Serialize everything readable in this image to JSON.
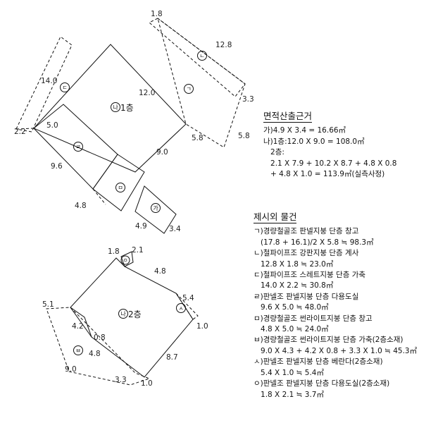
{
  "area_calc": {
    "title": "면적산출근거",
    "lines": [
      "가)4.9 X 3.4 = 16.66㎡",
      "나)1층:12.0 X 9.0 = 108.0㎡",
      "   2층:",
      "   2.1 X 7.9 + 10.2 X 8.7 + 4.8 X 0.8",
      "   + 4.8 X 1.0 = 113.9㎡(실측사정)"
    ]
  },
  "excluded_items": {
    "title": "제시외 물건",
    "lines": [
      "ㄱ)경량철골조 판넬지붕 단층 창고",
      "   (17.8 + 16.1)/2 X 5.8 ≒ 98.3㎡",
      "ㄴ)철파이프조 강판지붕 단층 계사",
      "   12.8 X 1.8 ≒ 23.0㎡",
      "ㄷ)철파이프조 스레트지붕 단층 가축",
      "   14.0 X 2.2 ≒ 30.8㎡",
      "ㄹ)판넬조 판넬지붕 단층 다용도실",
      "   9.6 X 5.0 ≒ 48.0㎡",
      "ㅁ)경량철골조 썬라이트지붕 단층 창고",
      "   4.8 X 5.0 ≒ 24.0㎡",
      "ㅂ)경량철골조 썬라이트지붕 단층 가축(2층소재)",
      "   9.0 X 4.3 + 4.2 X 0.8 + 3.3 X 1.0 ≒ 45.3㎡",
      "ㅅ)판넬조 판넬지붕 단층 베란다(2층소재)",
      "   5.4 X 1.0 ≒ 5.4㎡",
      "ㅇ)판넬조 판넬지붕 단층 다용도실(2층소재)",
      "   1.8 X 2.1 ≒ 3.7㎡"
    ]
  },
  "floor1": {
    "name": "1층",
    "symbol": "나",
    "circle_labels": {
      "ga": "가",
      "giyeok": "ㄱ",
      "nieun": "ㄴ",
      "digeut": "ㄷ",
      "rieul": "ㄹ",
      "mieum": "ㅁ"
    },
    "dims": {
      "d_1_8": "1.8",
      "d_12_8": "12.8",
      "d_3_3": "3.3",
      "d_14_0": "14.0",
      "d_12_0": "12.0",
      "d_5_8a": "5.8",
      "d_5_8b": "5.8",
      "d_2_2": "2.2",
      "d_5_0": "5.0",
      "d_9_0": "9.0",
      "d_9_6": "9.6",
      "d_4_8": "4.8",
      "d_4_9": "4.9",
      "d_3_4": "3.4"
    }
  },
  "floor2": {
    "name": "2층",
    "symbol": "나",
    "circle_labels": {
      "ieung": "ㅇ",
      "siot": "ㅅ",
      "bieup": "ㅂ"
    },
    "dims": {
      "d_1_8": "1.8",
      "d_2_1": "2.1",
      "d_4_8a": "4.8",
      "d_5_4": "5.4",
      "d_1_0a": "1.0",
      "d_5_1": "5.1",
      "d_4_2": "4.2",
      "d_0_8": "0.8",
      "d_4_8b": "4.8",
      "d_8_7": "8.7",
      "d_9_0": "9.0",
      "d_3_3": "3.3",
      "d_1_0b": "1.0"
    }
  }
}
